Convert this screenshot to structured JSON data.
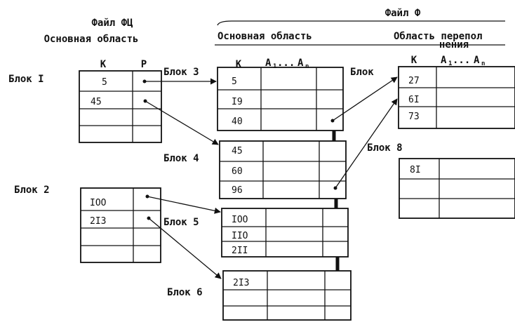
{
  "headers": {
    "file_fc": "Файл ФЦ",
    "main_area_left": "Основная область",
    "file_f": "Файл Ф",
    "main_area_right": "Основная область",
    "overflow_area_line1": "Область перепол",
    "overflow_area_line2": "нения"
  },
  "columns": {
    "k": "K",
    "p": "P",
    "attr_a": "A",
    "attr_sub1": "1",
    "attr_dots": "...",
    "attr_b": "A",
    "attr_sub2": "n"
  },
  "blocks": {
    "b1": {
      "label": "Блок I",
      "keys": [
        "5",
        "45",
        "",
        ""
      ]
    },
    "b2": {
      "label": "Блок 2",
      "keys": [
        "IOO",
        "2I3",
        "",
        ""
      ]
    },
    "b3": {
      "label": "Блок 3",
      "keys": [
        "5",
        "I9",
        "40"
      ]
    },
    "b4": {
      "label": "Блок 4",
      "keys": [
        "45",
        "60",
        "96"
      ]
    },
    "b5": {
      "label": "Блок 5",
      "keys": [
        "IOO",
        "IIO",
        "2II"
      ]
    },
    "b6": {
      "label": "Блок 6",
      "keys": [
        "2I3",
        "",
        ""
      ]
    },
    "b7": {
      "label": "Блок",
      "keys": [
        "27",
        "6I",
        "73"
      ]
    },
    "b8": {
      "label": "Блок 8",
      "keys": [
        "8I",
        "",
        ""
      ]
    }
  }
}
